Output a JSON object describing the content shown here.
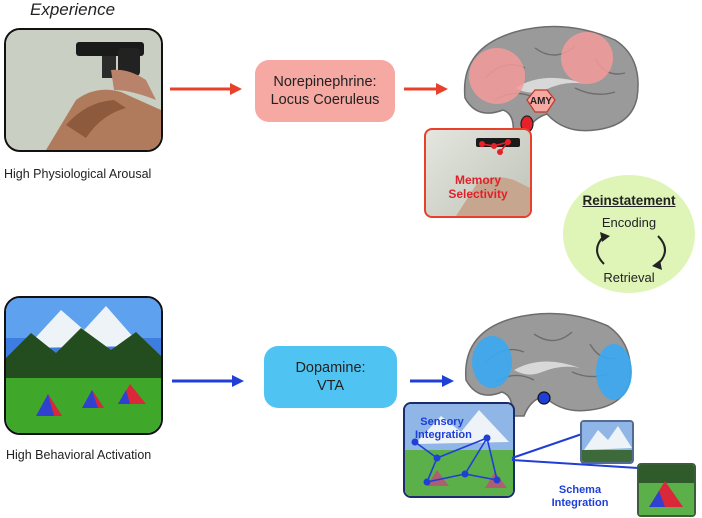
{
  "heading": "Experience",
  "top_row": {
    "caption": "High Physiological Arousal",
    "neuro_box": "Norepinephrine:\nLocus Coeruleus",
    "brain_label": "AMY",
    "inset_label": "Memory\nSelectivity",
    "accent_color": "#e8402a",
    "box_color": "#f6a8a2"
  },
  "reinstatement": {
    "title": "Reinstatement",
    "encoding": "Encoding",
    "retrieval": "Retrieval"
  },
  "bottom_row": {
    "caption": "High Behavioral Activation",
    "neuro_box": "Dopamine:\nVTA",
    "inset_label": "Sensory\nIntegration",
    "schema_label": "Schema\nIntegration",
    "accent_color": "#1f3fd6",
    "box_color": "#4fc4f2"
  }
}
